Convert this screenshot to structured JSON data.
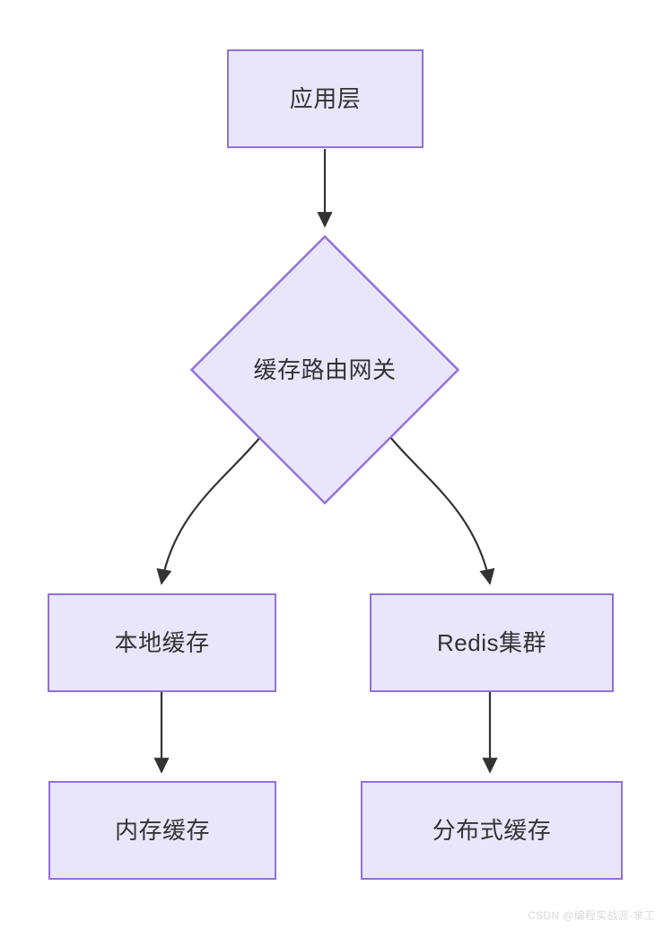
{
  "diagram": {
    "type": "flowchart",
    "direction": "top-down",
    "theme": {
      "node_fill": "#e9e6fb",
      "node_border": "#9370db",
      "edge_color": "#333333",
      "text_color": "#333333",
      "background": "#ffffff"
    },
    "nodes": [
      {
        "id": "app",
        "shape": "rectangle",
        "label": "应用层"
      },
      {
        "id": "gateway",
        "shape": "diamond",
        "label": "缓存路由网关"
      },
      {
        "id": "local",
        "shape": "rectangle",
        "label": "本地缓存"
      },
      {
        "id": "redis",
        "shape": "rectangle",
        "label": "Redis集群"
      },
      {
        "id": "memory",
        "shape": "rectangle",
        "label": "内存缓存"
      },
      {
        "id": "distributed",
        "shape": "rectangle",
        "label": "分布式缓存"
      }
    ],
    "edges": [
      {
        "from": "app",
        "to": "gateway",
        "style": "straight",
        "arrow": "filled",
        "label": ""
      },
      {
        "from": "gateway",
        "to": "local",
        "style": "curved",
        "arrow": "filled",
        "label": ""
      },
      {
        "from": "gateway",
        "to": "redis",
        "style": "curved",
        "arrow": "filled",
        "label": ""
      },
      {
        "from": "local",
        "to": "memory",
        "style": "straight",
        "arrow": "filled",
        "label": ""
      },
      {
        "from": "redis",
        "to": "distributed",
        "style": "straight",
        "arrow": "filled",
        "label": ""
      }
    ]
  },
  "watermark": {
    "text": "CSDN @编程实战派-芈工"
  }
}
